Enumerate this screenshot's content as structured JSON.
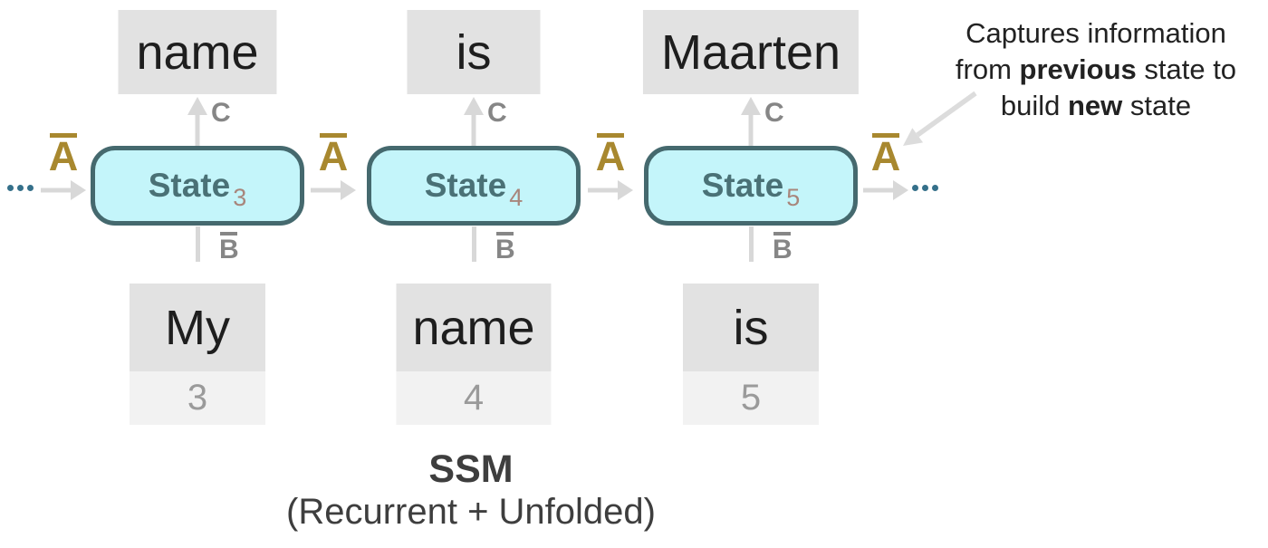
{
  "diagram": {
    "title": "SSM",
    "subtitle": "(Recurrent + Unfolded)",
    "annotation": {
      "line1": "Captures information",
      "line2_pre": "from ",
      "line2_bold": "previous",
      "line2_post": " state to",
      "line3_pre": "build ",
      "line3_bold": "new",
      "line3_post": " state"
    },
    "labels": {
      "a_matrix": "A",
      "b_matrix": "B",
      "c_matrix": "C",
      "continuation": "..."
    },
    "units": [
      {
        "output_token": "name",
        "state_label": "State",
        "state_index": "3",
        "input_token": "My",
        "input_position": "3"
      },
      {
        "output_token": "is",
        "state_label": "State",
        "state_index": "4",
        "input_token": "name",
        "input_position": "4"
      },
      {
        "output_token": "Maarten",
        "state_label": "State",
        "state_index": "5",
        "input_token": "is",
        "input_position": "5"
      }
    ],
    "colors": {
      "state_fill": "#c4f5fa",
      "state_border": "#45696e",
      "state_text": "#4a7176",
      "state_index_text": "#a8867c",
      "matrix_a_gold": "#a8882f",
      "matrix_label_gray": "#868686",
      "arrow_gray": "#d8d8d8",
      "token_box_gray": "#e2e2e2",
      "index_box_gray": "#f2f2f2",
      "token_text": "#1e1e1e",
      "index_text": "#9a9a9a",
      "dots_teal": "#35708a",
      "annotation_text": "#222222",
      "title_text": "#3e3e3e"
    }
  }
}
